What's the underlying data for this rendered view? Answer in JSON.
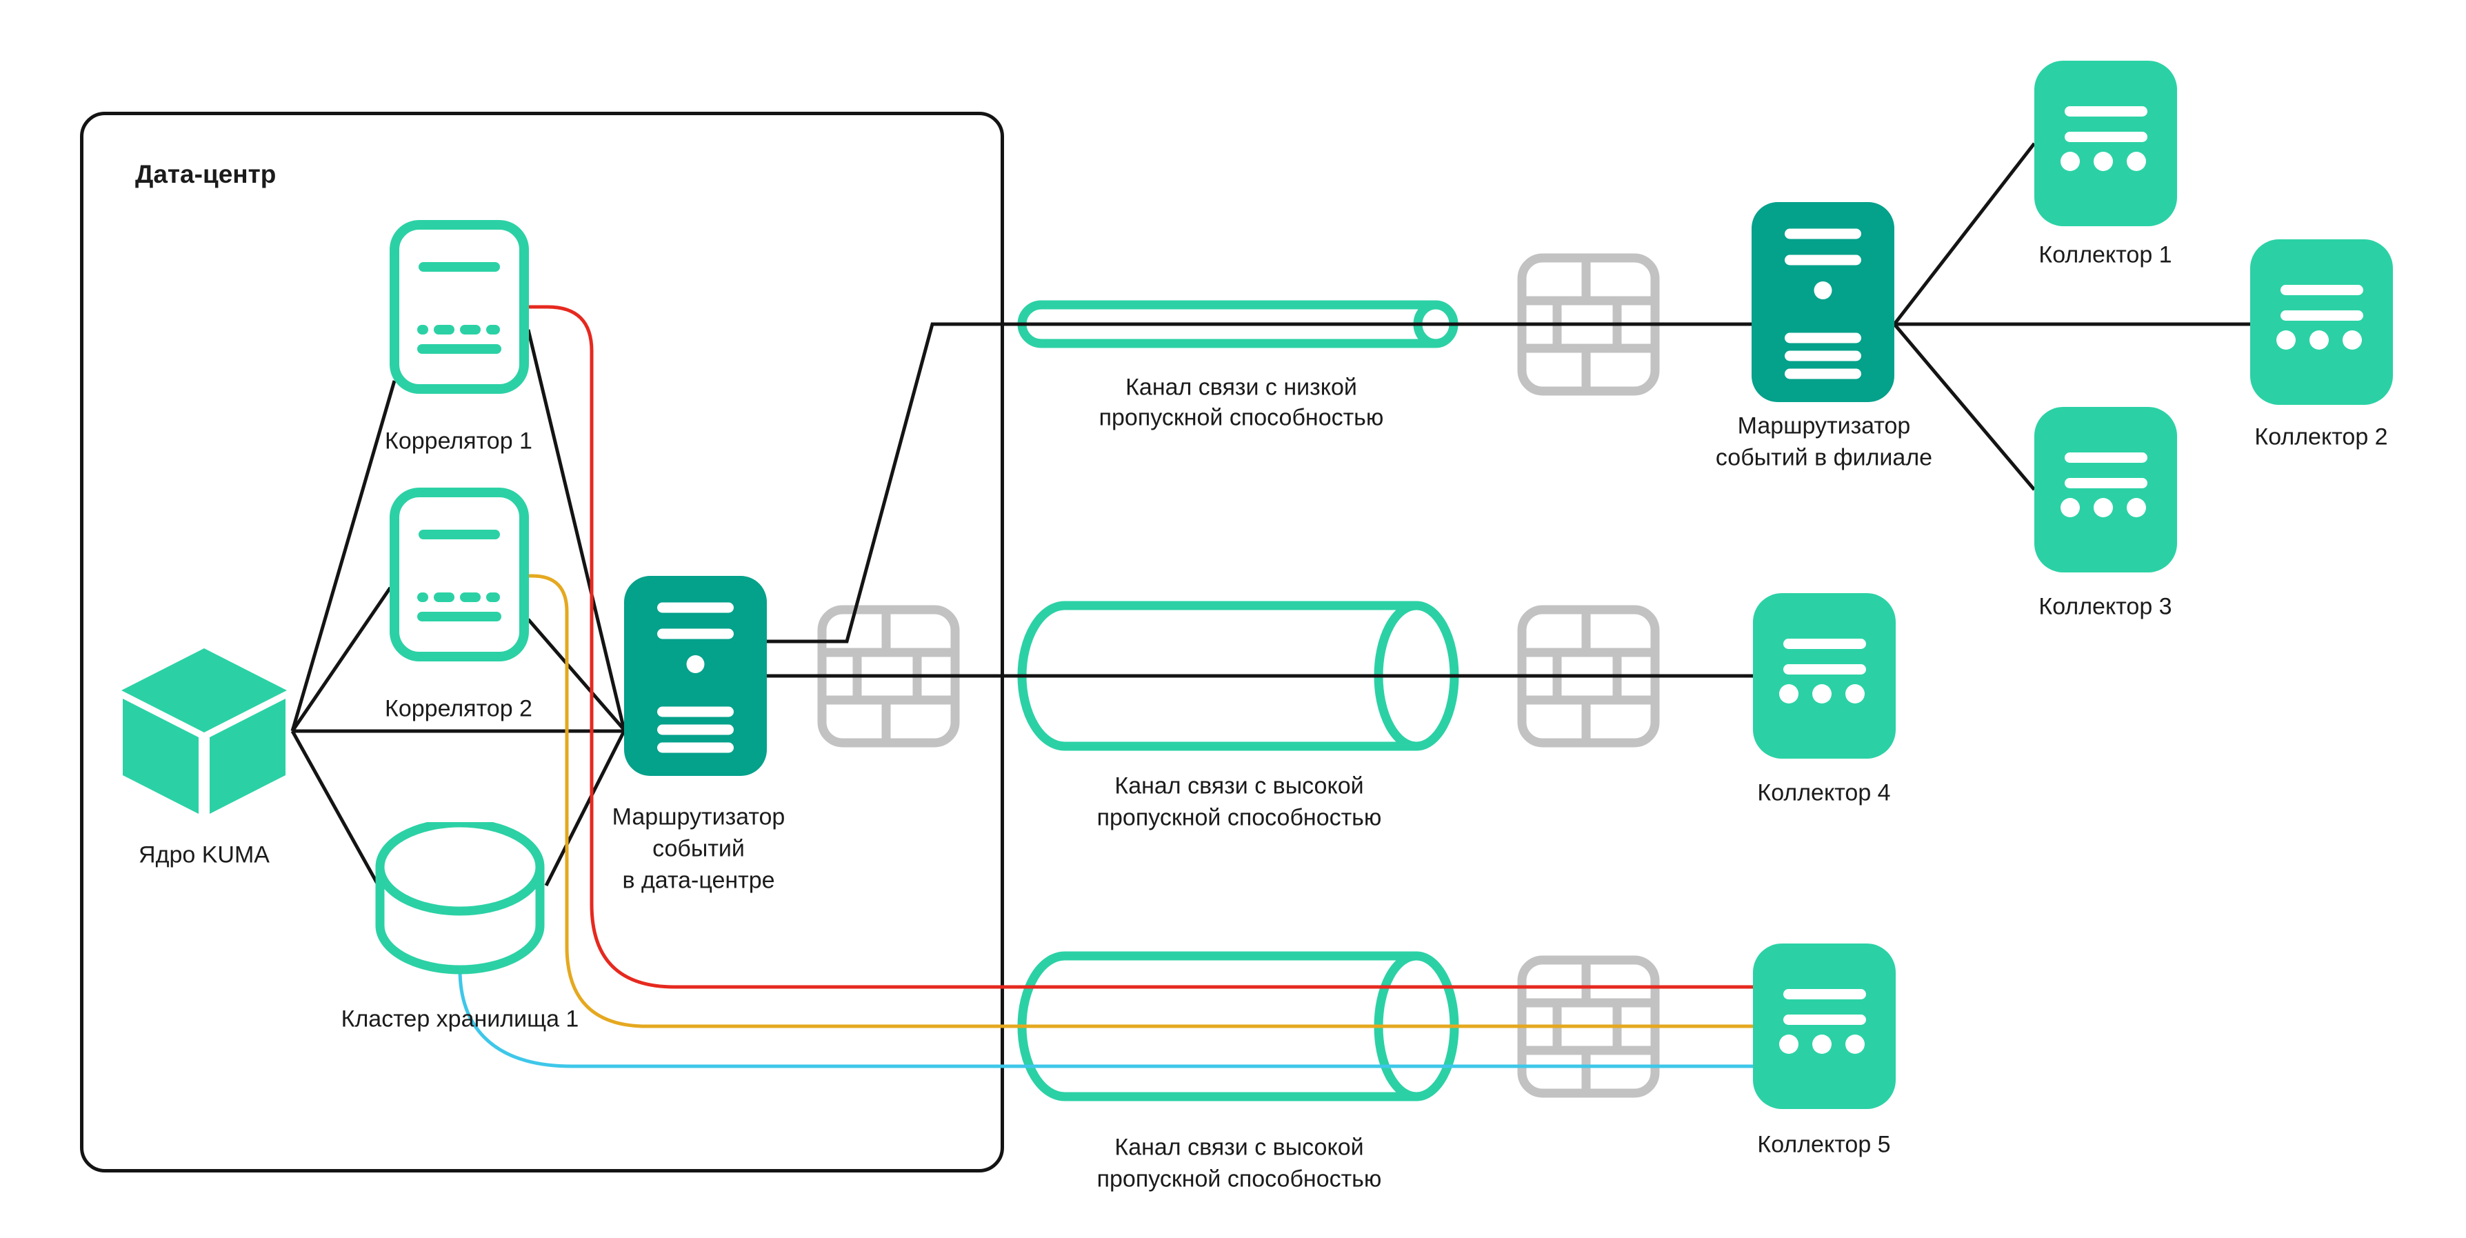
{
  "datacenter": {
    "title": "Дата-центр"
  },
  "nodes": {
    "kuma_core": {
      "label": "Ядро KUMA"
    },
    "correlator1": {
      "label": "Коррелятор 1"
    },
    "correlator2": {
      "label": "Коррелятор 2"
    },
    "storage_cluster1": {
      "label": "Кластер хранилища 1"
    },
    "dc_router": {
      "label_lines": [
        "Маршрутизатор",
        "событий",
        "в дата-центре"
      ]
    },
    "branch_router": {
      "label_lines": [
        "Маршрутизатор",
        "событий в филиале"
      ]
    },
    "collector1": {
      "label": "Коллектор 1"
    },
    "collector2": {
      "label": "Коллектор 2"
    },
    "collector3": {
      "label": "Коллектор 3"
    },
    "collector4": {
      "label": "Коллектор 4"
    },
    "collector5": {
      "label": "Коллектор 5"
    }
  },
  "channels": {
    "low_bandwidth": {
      "label_lines": [
        "Канал связи с низкой",
        "пропускной способностью"
      ]
    },
    "high_bandwidth_1": {
      "label_lines": [
        "Канал связи с высокой",
        "пропускной способностью"
      ]
    },
    "high_bandwidth_2": {
      "label_lines": [
        "Канал связи с высокой",
        "пропускной способностью"
      ]
    }
  },
  "colors": {
    "teal": "#2BD1A5",
    "teal_dark": "#04A18B",
    "firewall_gray": "#C2C2C2",
    "line_black": "#141414",
    "line_red": "#E6291F",
    "line_amber": "#E5A81F",
    "line_cyan": "#3EC7E9",
    "text": "#1B1B1B"
  }
}
